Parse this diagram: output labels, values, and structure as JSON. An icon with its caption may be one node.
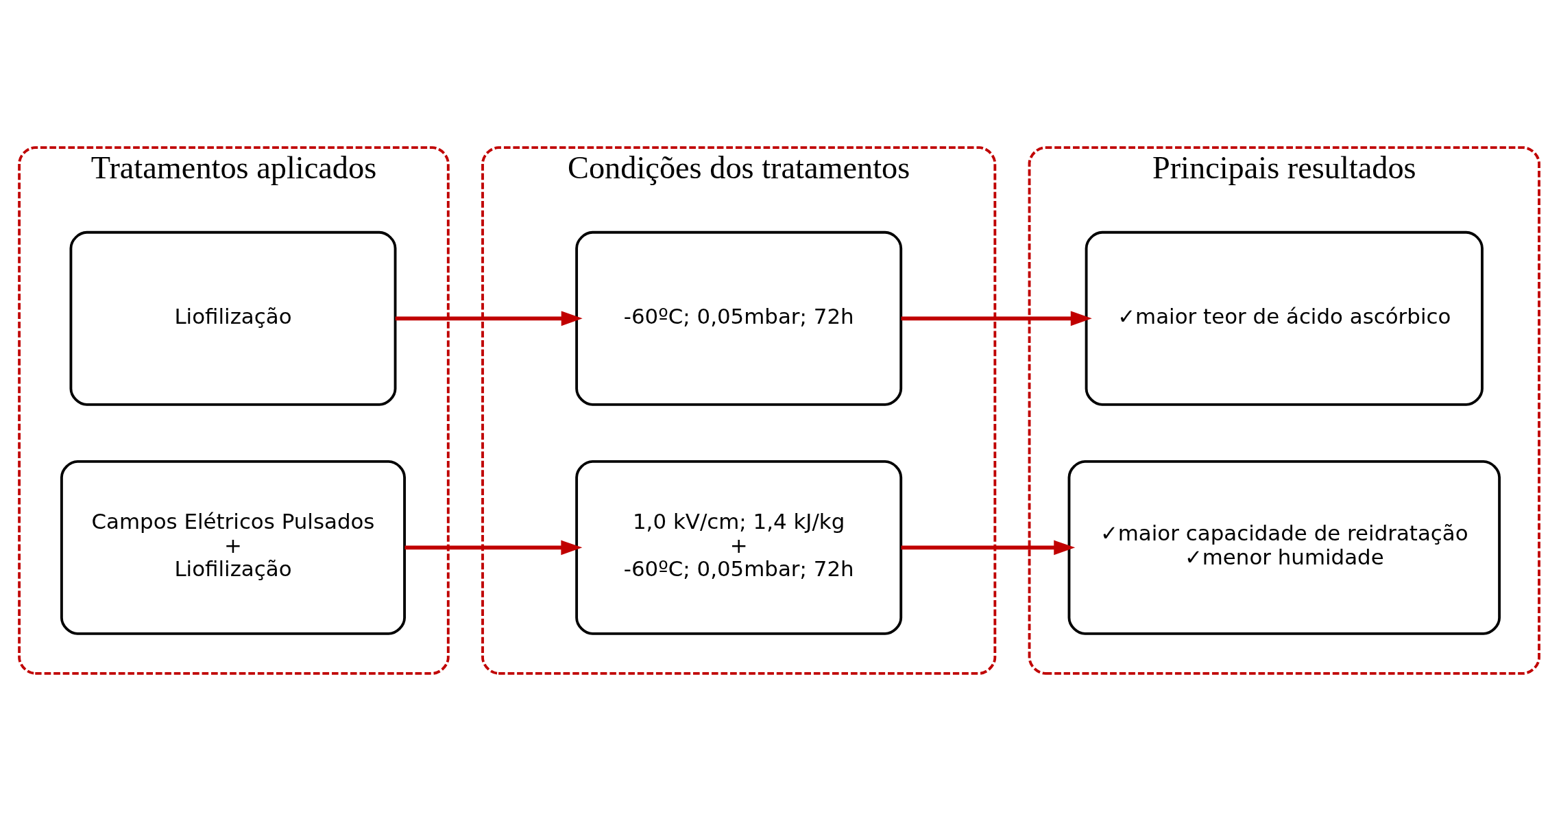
{
  "diagram": {
    "nodes": [
      {
        "text": [
          "Tratamentos aplicados"
        ]
      },
      {
        "text": [
          "Liofilização"
        ],
        "in": 0
      },
      {
        "text": [
          "Campos Elétricos Pulsados",
          "+",
          "Liofilização"
        ],
        "in": 0
      },
      {
        "text": [
          "Condições dos tratamentos"
        ]
      },
      {
        "text": [
          "-60ºC; 0,05mbar; 72h"
        ],
        "in": 3
      },
      {
        "text": [
          "1,0 kV/cm; 1,4 kJ/kg",
          "+",
          "-60ºC; 0,05mbar; 72h"
        ],
        "in": 3
      },
      {
        "text": [
          "Principais resultados"
        ]
      },
      {
        "text": [
          "✓maior teor de ácido ascórbico"
        ],
        "in": 6
      },
      {
        "text": [
          "✓maior capacidade de reidratação",
          "✓menor humidade"
        ],
        "in": 6
      }
    ],
    "edges": [
      {
        "from": 1,
        "to": 4,
        "arrow": "to"
      },
      {
        "from": 4,
        "to": 7,
        "arrow": "to"
      },
      {
        "from": 2,
        "to": 5,
        "arrow": "to"
      },
      {
        "from": 5,
        "to": 8,
        "arrow": "to"
      }
    ]
  }
}
